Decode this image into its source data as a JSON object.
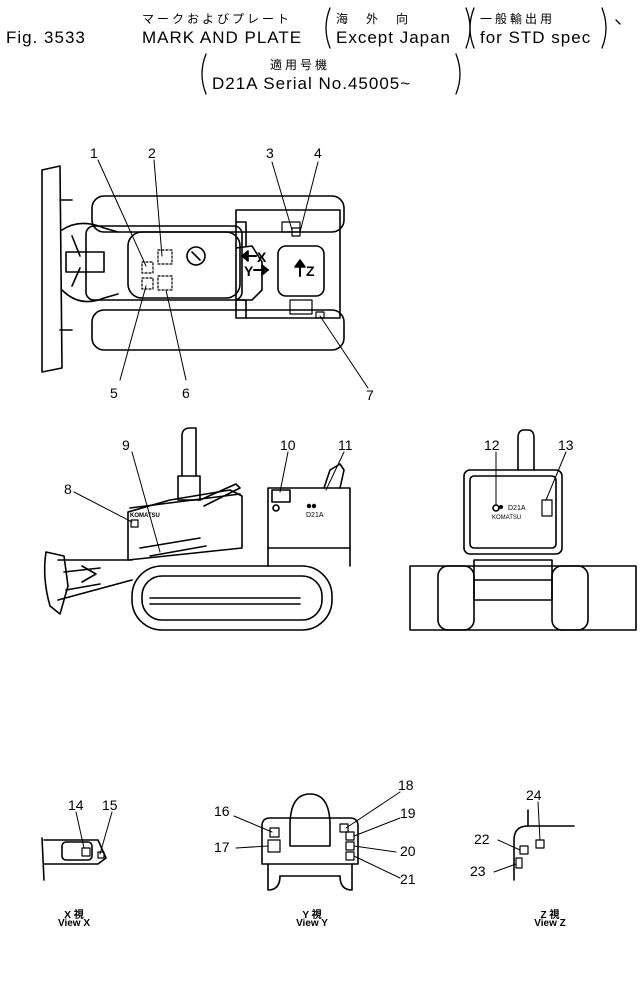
{
  "title": {
    "fig_label": "Fig. 3533",
    "jp_title": "マークおよびプレート",
    "en_title": "MARK AND PLATE",
    "jp_applicability_1": "海　外　向",
    "applicability_1": "Except Japan",
    "jp_applicability_2": "一般輸出用",
    "applicability_2": "for STD spec",
    "jp_serial_label": "適用号機",
    "serial": "D21A Serial No.45005~"
  },
  "callouts": [
    "1",
    "2",
    "3",
    "4",
    "5",
    "6",
    "7",
    "8",
    "9",
    "10",
    "11",
    "12",
    "13",
    "14",
    "15",
    "16",
    "17",
    "18",
    "19",
    "20",
    "21",
    "22",
    "23",
    "24"
  ],
  "view_arrows": {
    "x": "X",
    "y": "Y",
    "z": "Z"
  },
  "decals": {
    "komatsu": "KOMATSU",
    "model": "D21A",
    "model_rear": "D21A",
    "komatsu_rear": "KOMATSU"
  },
  "views": {
    "x": {
      "jp": "X 視",
      "en": "View X"
    },
    "y": {
      "jp": "Y 視",
      "en": "View Y"
    },
    "z": {
      "jp": "Z 視",
      "en": "View Z"
    }
  },
  "colors": {
    "ink": "#000000",
    "background": "#ffffff"
  }
}
